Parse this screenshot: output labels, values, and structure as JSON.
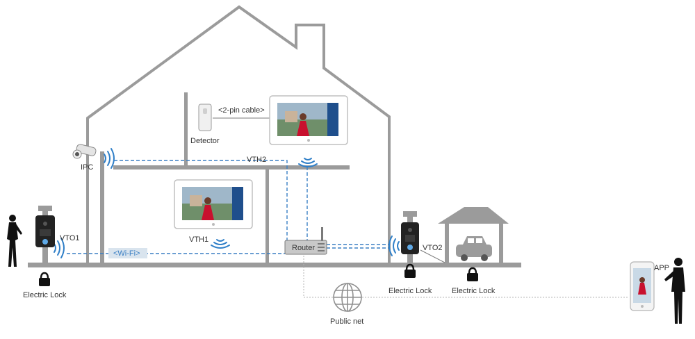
{
  "labels": {
    "ipc": "IPC",
    "detector": "Detector",
    "two_pin_cable": "<2-pin cable>",
    "vth2": "VTH2",
    "vth1": "VTH1",
    "vto1": "VTO1",
    "vto2": "VTO2",
    "wifi": "<Wi-Fi>",
    "router": "Router",
    "electric_lock_left": "Electric Lock",
    "electric_lock_vto2": "Electric Lock",
    "electric_lock_garage": "Electric Lock",
    "public_net": "Public net",
    "app": "APP"
  },
  "colors": {
    "wall": "#9b9b9b",
    "cable": "#3a7fc4",
    "wifi_wave": "#2f7fc8",
    "wifi_label_bg": "#d9e4ee",
    "router_bg": "#c8c8c8"
  },
  "icons": {
    "house": "house-outline",
    "garage": "garage-car-icon",
    "lock": "padlock-icon",
    "globe": "globe-icon",
    "wifi": "wifi-wave-icon",
    "person": "person-silhouette-icon"
  }
}
